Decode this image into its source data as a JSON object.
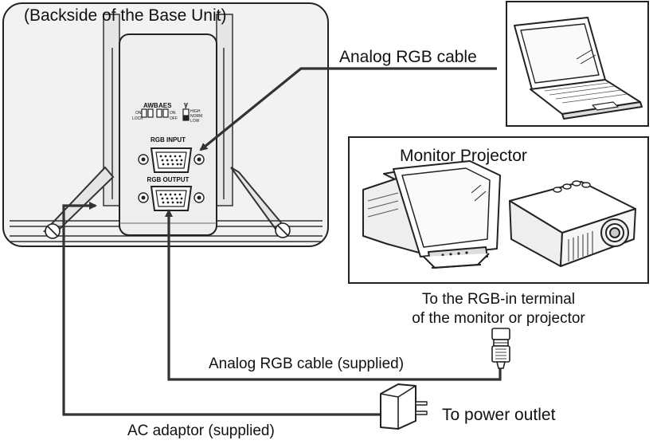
{
  "base_unit": {
    "caption": "(Backside of the Base Unit)",
    "switches": {
      "awb": "AWB",
      "awb_on": "ON",
      "awb_lock": "LOCK",
      "aes": "AES",
      "aes_on": "ON",
      "aes_off": "OFF",
      "gamma": "γ",
      "gamma_high": "HIGH",
      "gamma_norm": "NORM",
      "gamma_low": "LOW"
    },
    "ports": {
      "rgb_input": "RGB INPUT",
      "rgb_output": "RGB OUTPUT"
    }
  },
  "labels": {
    "analog_rgb_cable": "Analog RGB cable",
    "monitor_projector": "Monitor Projector",
    "rgb_in_line1": "To the RGB-in terminal",
    "rgb_in_line2": "of the monitor or projector",
    "analog_rgb_supplied": "Analog RGB cable (supplied)",
    "power_outlet": "To power outlet",
    "ac_adaptor": "AC adaptor (supplied)"
  }
}
